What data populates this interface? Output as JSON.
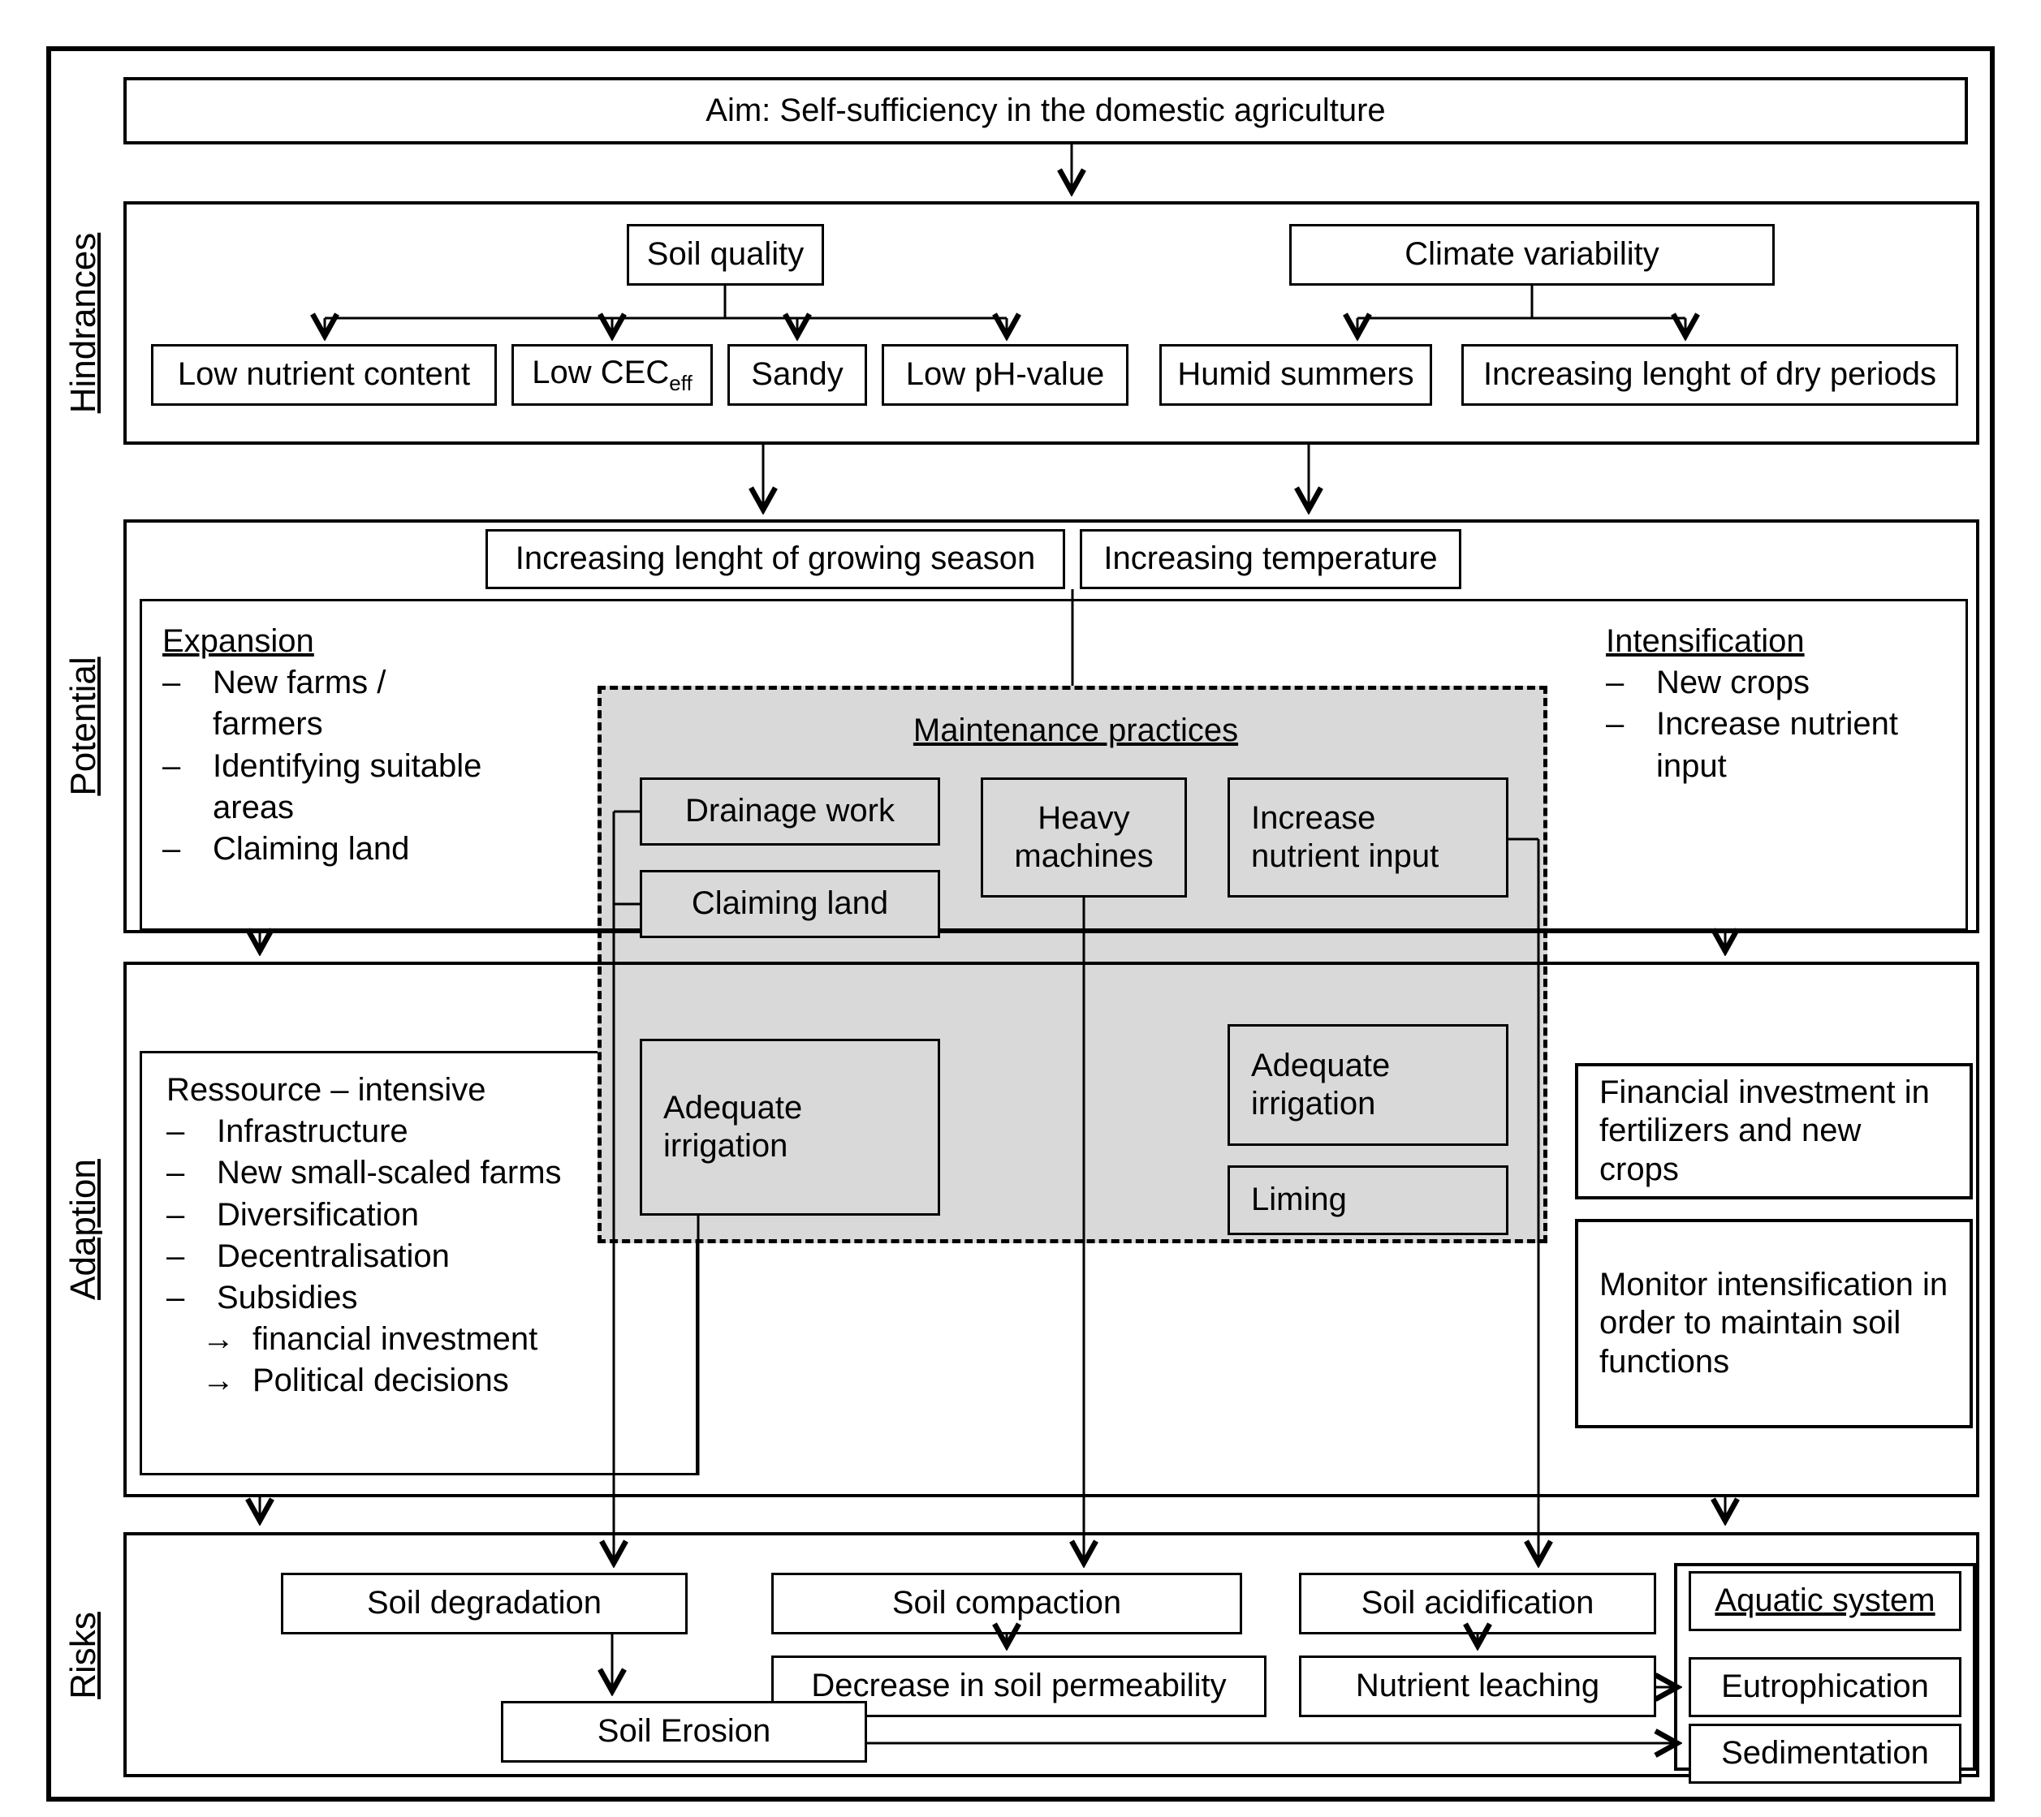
{
  "title": "Aim: Self-sufficiency in the domestic agriculture",
  "colors": {
    "box_grey": "#d9d9d9",
    "line": "#000000",
    "background": "#ffffff"
  },
  "hindrances": {
    "label": "Hindrances",
    "soil_quality": "Soil quality",
    "climate_variability": "Climate variability",
    "low_nutrient": "Low nutrient content",
    "low_cec_base": "Low CEC",
    "low_cec_sub": "eff",
    "sandy": "Sandy",
    "low_ph": "Low pH-value",
    "humid_summers": "Humid summers",
    "dry_periods": "Increasing lenght of dry periods"
  },
  "potential": {
    "label": "Potential",
    "growing_season": "Increasing lenght of growing season",
    "temperature": "Increasing temperature",
    "expansion": {
      "heading": "Expansion",
      "items": [
        {
          "marker": "–",
          "text": "New farms / farmers"
        },
        {
          "marker": "–",
          "text": "Identifying suitable areas"
        },
        {
          "marker": "–",
          "text": "Claiming land"
        }
      ]
    },
    "intensification": {
      "heading": "Intensification",
      "items": [
        {
          "marker": "–",
          "text": "New crops"
        },
        {
          "marker": "–",
          "text": "Increase nutrient input"
        }
      ]
    }
  },
  "maintenance": {
    "heading": "Maintenance practices",
    "drainage_work": "Drainage work",
    "claiming_land": "Claiming land",
    "heavy_machines": "Heavy machines",
    "increase_nutrient_input": "Increase nutrient input",
    "adequate_irrigation_left": "Adequate irrigation",
    "adequate_irrigation_right": "Adequate irrigation",
    "liming": "Liming"
  },
  "adaption": {
    "label": "Adaption",
    "ressource": {
      "heading": "Ressource – intensive",
      "items": [
        {
          "marker": "–",
          "text": "Infrastructure"
        },
        {
          "marker": "–",
          "text": "New small-scaled farms"
        },
        {
          "marker": "–",
          "text": "Diversification"
        },
        {
          "marker": "–",
          "text": "Decentralisation"
        },
        {
          "marker": "–",
          "text": "Subsidies"
        },
        {
          "marker": "→",
          "text": "financial investment"
        },
        {
          "marker": "→",
          "text": "Political decisions"
        }
      ]
    },
    "financial": "Financial investment in fertilizers and new crops",
    "monitor": "Monitor intensification in order to maintain soil functions"
  },
  "risks": {
    "label": "Risks",
    "soil_degradation": "Soil degradation",
    "soil_compaction": "Soil compaction",
    "soil_acidification": "Soil acidification",
    "decrease_permeability": "Decrease in soil permeability",
    "nutrient_leaching": "Nutrient leaching",
    "soil_erosion": "Soil Erosion",
    "aquatic": {
      "heading": "Aquatic system",
      "eutrophication": "Eutrophication",
      "sedimentation": "Sedimentation"
    }
  }
}
